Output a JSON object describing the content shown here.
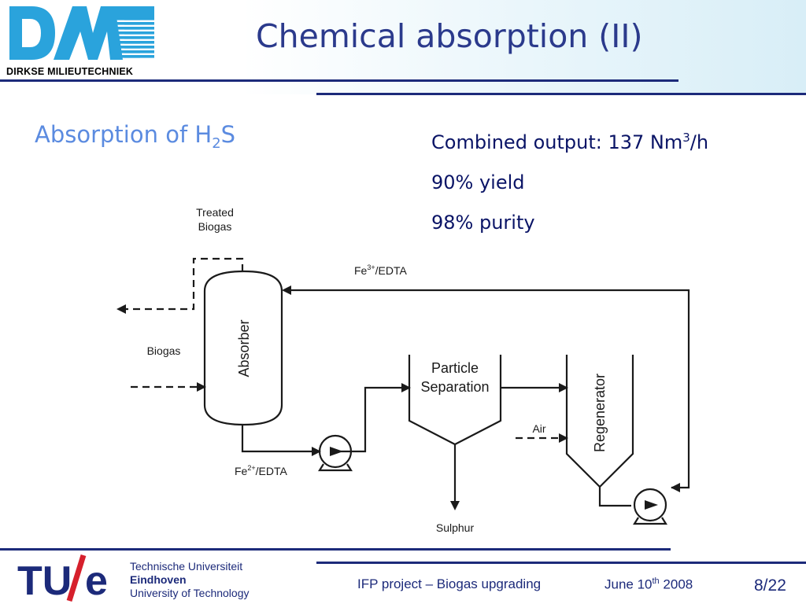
{
  "header": {
    "logo_text": "DMT",
    "company_name": "DIRKSE MILIEUTECHNIEK",
    "title": "Chemical absorption (II)"
  },
  "main": {
    "subtitle": {
      "prefix": "Absorption of H",
      "subscript": "2",
      "suffix": "S"
    },
    "facts": [
      {
        "text": "Combined output: 137 Nm",
        "sup": "3",
        "suffix": "/h"
      },
      {
        "text": "90% yield"
      },
      {
        "text": "98% purity"
      }
    ]
  },
  "diagram": {
    "treated_biogas": [
      "Treated",
      "Biogas"
    ],
    "biogas": "Biogas",
    "absorber": "Absorber",
    "fe3_edta": {
      "prefix": "Fe",
      "sup": "3+",
      "suffix": "/EDTA"
    },
    "fe2_edta": {
      "prefix": "Fe",
      "sup": "2+",
      "suffix": "/EDTA"
    },
    "particle_separation": [
      "Particle",
      "Separation"
    ],
    "regenerator": "Regenerator",
    "air": "Air",
    "sulphur": "Sulphur"
  },
  "footer": {
    "university": [
      "Technische Universiteit",
      "Eindhoven",
      "University of Technology"
    ],
    "tue_logo": "TU/e",
    "project": "IFP project – Biogas upgrading",
    "date": {
      "prefix": "June 10",
      "sup": "th",
      "suffix": " 2008"
    },
    "page": "8/22"
  },
  "colors": {
    "title": "#2b3a8c",
    "subtitle": "#5b8be0",
    "facts": "#0a1466",
    "logo_blue": "#2aa3dc",
    "rule": "#1c2a7a"
  }
}
